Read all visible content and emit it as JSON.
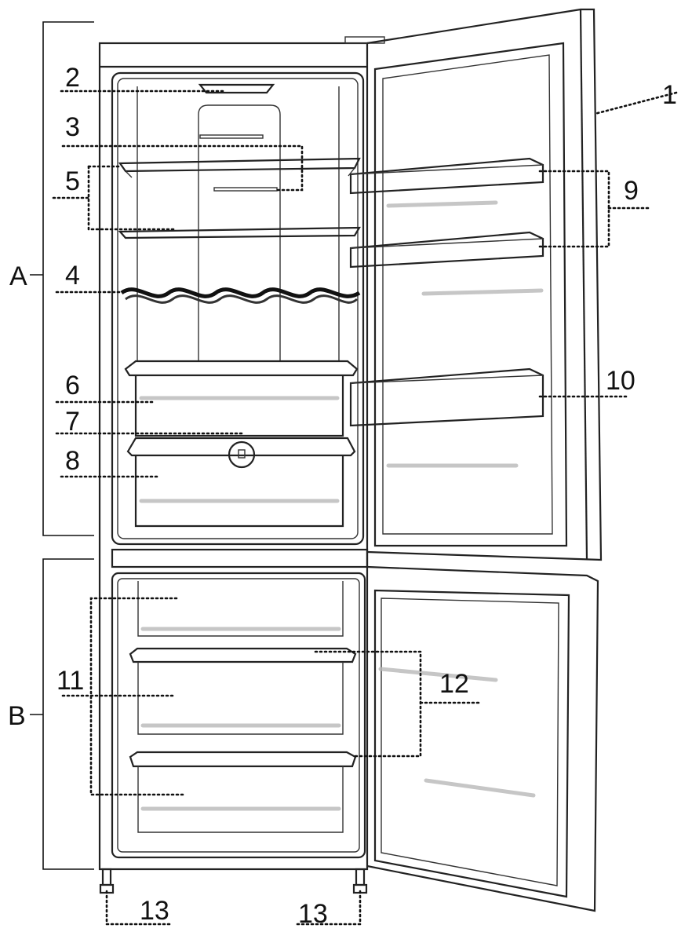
{
  "labels": {
    "door": "1",
    "light": "2",
    "shelf_upper": "3",
    "wine_rack": "4",
    "shelf_adjustable": "5",
    "crisper_cover": "6",
    "humidity_control": "7",
    "crisper": "8",
    "door_shelves": "9",
    "bottle_shelf": "10",
    "freezer_drawers": "11",
    "freezer_flaps": "12",
    "feet_left": "13",
    "feet_right": "13",
    "section_a": "A",
    "section_b": "B"
  }
}
